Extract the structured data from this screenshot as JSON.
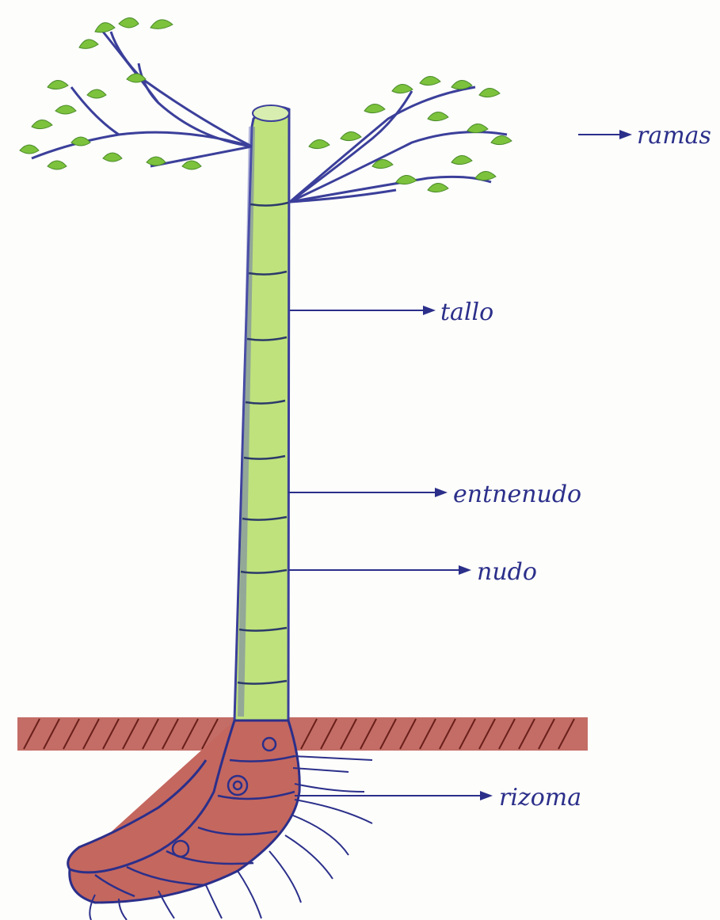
{
  "diagram": {
    "labels": {
      "ramas": "ramas",
      "tallo": "tallo",
      "entrenudo": "entnenudo",
      "nudo": "nudo",
      "rizoma": "rizoma"
    },
    "colors": {
      "ink": "#2b2f8a",
      "stem": "#b8e07a",
      "stem_edge": "#3b3f9a",
      "leaf": "#7cc23c",
      "soil": "#b24a42",
      "rhizome": "#c4675f"
    }
  }
}
